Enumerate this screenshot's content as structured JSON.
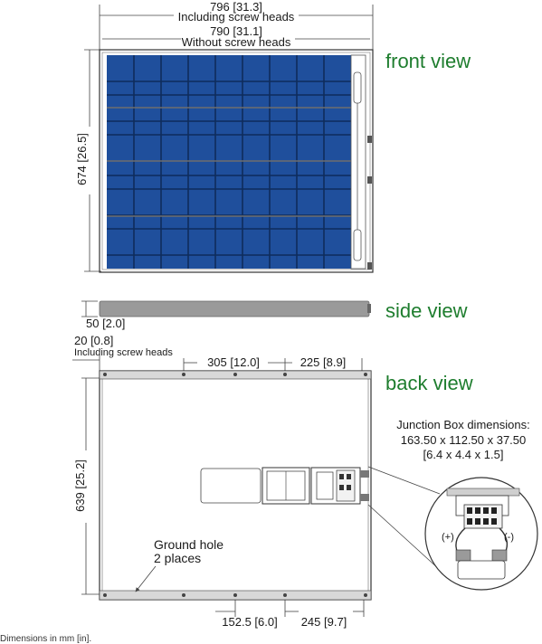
{
  "labels": {
    "front_view": "front view",
    "side_view": "side view",
    "back_view": "back view"
  },
  "dimensions": {
    "top_width_incl": "796 [31.3]",
    "top_width_incl_note": "Including screw heads",
    "top_width_excl": "790 [31.1]",
    "top_width_excl_note": "Without screw heads",
    "front_height": "674 [26.5]",
    "side_depth": "50 [2.0]",
    "side_depth_incl": "20 [0.8]",
    "side_depth_incl_note": "Including screw heads",
    "back_hole_spacing_a": "305 [12.0]",
    "back_hole_spacing_b": "225 [8.9]",
    "back_height": "639 [25.2]",
    "bottom_hole_spacing_a": "152.5 [6.0]",
    "bottom_hole_spacing_b": "245 [9.7]"
  },
  "junction_box": {
    "title": "Junction Box dimensions:",
    "size_mm": "163.50 x 112.50 x 37.50",
    "size_in": "[6.4 x 4.4 x 1.5]",
    "plus_label": "(+)",
    "minus_label": "(-)"
  },
  "ground_hole": {
    "line1": "Ground hole",
    "line2": "2 places"
  },
  "footnote": "Dimensions in mm [in].",
  "colors": {
    "cell_blue": "#1f4f9c",
    "label_green": "#1e7d2e",
    "side_gray": "#9a9a9a"
  }
}
